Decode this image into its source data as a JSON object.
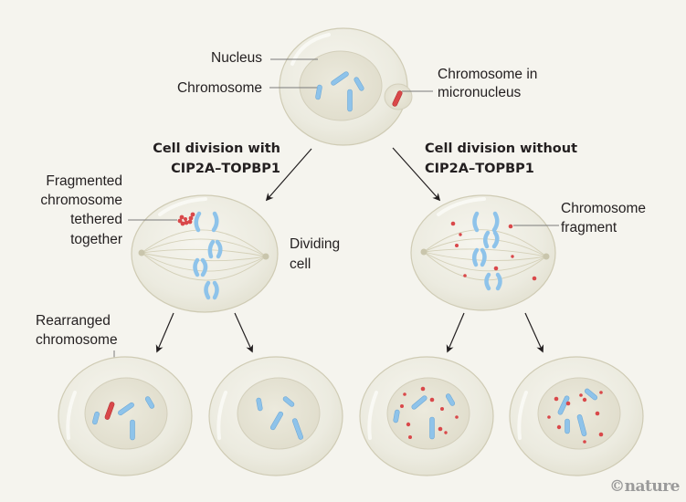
{
  "labels": {
    "nucleus": "Nucleus",
    "chromosome": "Chromosome",
    "micronucleus_line1": "Chromosome in",
    "micronucleus_line2": "micronucleus",
    "with_line1": "Cell division with",
    "with_line2": "CIP2A–TOPBP1",
    "without_line1": "Cell division without",
    "without_line2": "CIP2A–TOPBP1",
    "fragmented_line1": "Fragmented",
    "fragmented_line2": "chromosome",
    "fragmented_line3": "tethered",
    "fragmented_line4": "together",
    "dividing_line1": "Dividing",
    "dividing_line2": "cell",
    "fragment_line1": "Chromosome",
    "fragment_line2": "fragment",
    "rearranged_line1": "Rearranged",
    "rearranged_line2": "chromosome"
  },
  "credit": "©nature",
  "colors": {
    "background": "#f5f4ee",
    "cell_fill": "#ecebdf",
    "cell_stroke": "#cfcbb4",
    "nucleus_fill": "#e6e4d6",
    "chromosome_blue": "#8ec3ea",
    "chromosome_red": "#d9484a",
    "text": "#231f20"
  }
}
